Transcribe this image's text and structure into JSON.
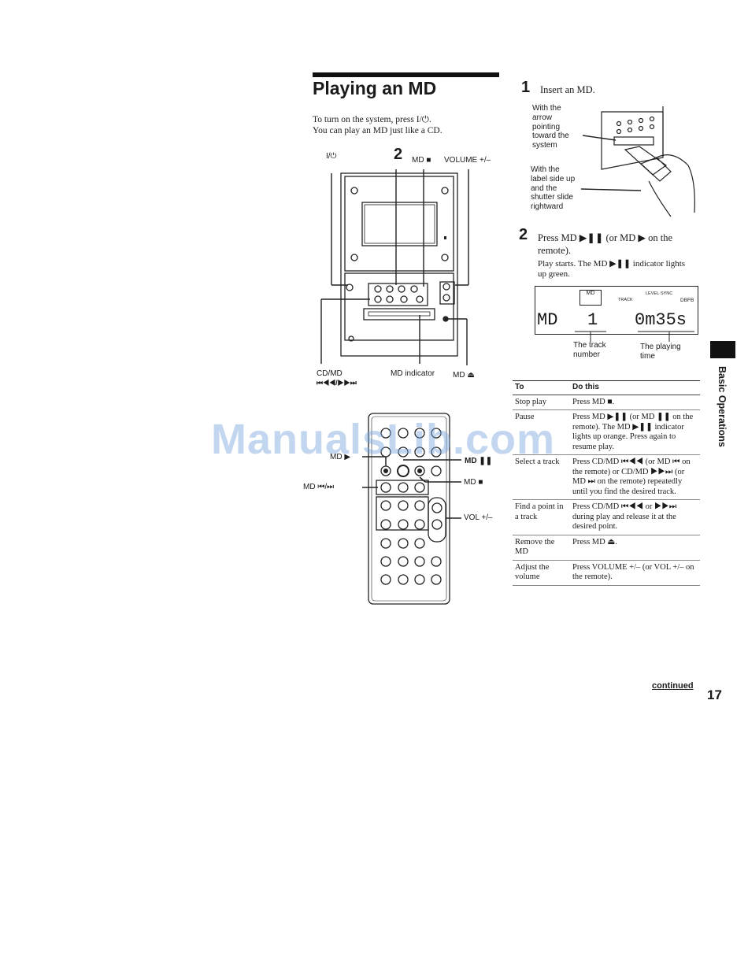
{
  "header": {
    "title": "Playing an MD"
  },
  "intro": {
    "line1": "To turn on the system, press I/⏻.",
    "line2": "You can play an MD just like a CD."
  },
  "unit_labels": {
    "power": "I/⏻",
    "step": "2",
    "md_stop": "MD ■",
    "volume": "VOLUME +/–",
    "cdmd": "CD/MD",
    "cdmd_skip": "⏮◀◀/▶▶⏭",
    "md_indicator": "MD indicator",
    "md_eject": "MD ⏏"
  },
  "remote_labels": {
    "md_play": "MD ▶",
    "md_pause": "MD ❚❚",
    "md_stop": "MD ■",
    "md_skip": "MD ⏮/⏭",
    "vol": "VOL +/–"
  },
  "step1": {
    "num": "1",
    "text": "Insert an MD.",
    "callout1": [
      "With the",
      "arrow",
      "pointing",
      "toward the",
      "system"
    ],
    "callout2": [
      "With the",
      "label side up",
      "and the",
      "shutter slide",
      "rightward"
    ]
  },
  "step2": {
    "num": "2",
    "text_line1": "Press MD ▶❚❚ (or MD ▶ on the",
    "text_line2": "remote).",
    "note_line1": "Play starts. The MD ▶❚❚ indicator lights",
    "note_line2": "up green."
  },
  "display": {
    "md_badge": "MD",
    "level_sync": "LEVEL·SYNC",
    "track_tag": "TRACK",
    "dbfb": "DBFB",
    "source": "MD",
    "track": "1",
    "time": "0m35s",
    "track_caption": [
      "The track",
      "number"
    ],
    "time_caption": [
      "The playing",
      "time"
    ]
  },
  "ops_table": {
    "headers": [
      "To",
      "Do this"
    ],
    "rows": [
      [
        "Stop play",
        "Press MD ■."
      ],
      [
        "Pause",
        "Press MD ▶❚❚ (or MD ❚❚ on the remote). The MD ▶❚❚ indicator lights up orange. Press again to resume play."
      ],
      [
        "Select a track",
        "Press CD/MD ⏮◀◀ (or MD ⏮ on the remote) or CD/MD ▶▶⏭ (or MD ⏭ on the remote) repeatedly until you find the desired track."
      ],
      [
        "Find a point in a track",
        "Press CD/MD ⏮◀◀ or ▶▶⏭ during play and release it at the desired point."
      ],
      [
        "Remove the MD",
        "Press MD ⏏."
      ],
      [
        "Adjust the volume",
        "Press VOLUME +/– (or VOL +/– on the remote)."
      ]
    ]
  },
  "side_tab": {
    "label": "Basic Operations"
  },
  "footer": {
    "continued": "continued",
    "page": "17"
  },
  "watermark": "ManualsLib.com"
}
